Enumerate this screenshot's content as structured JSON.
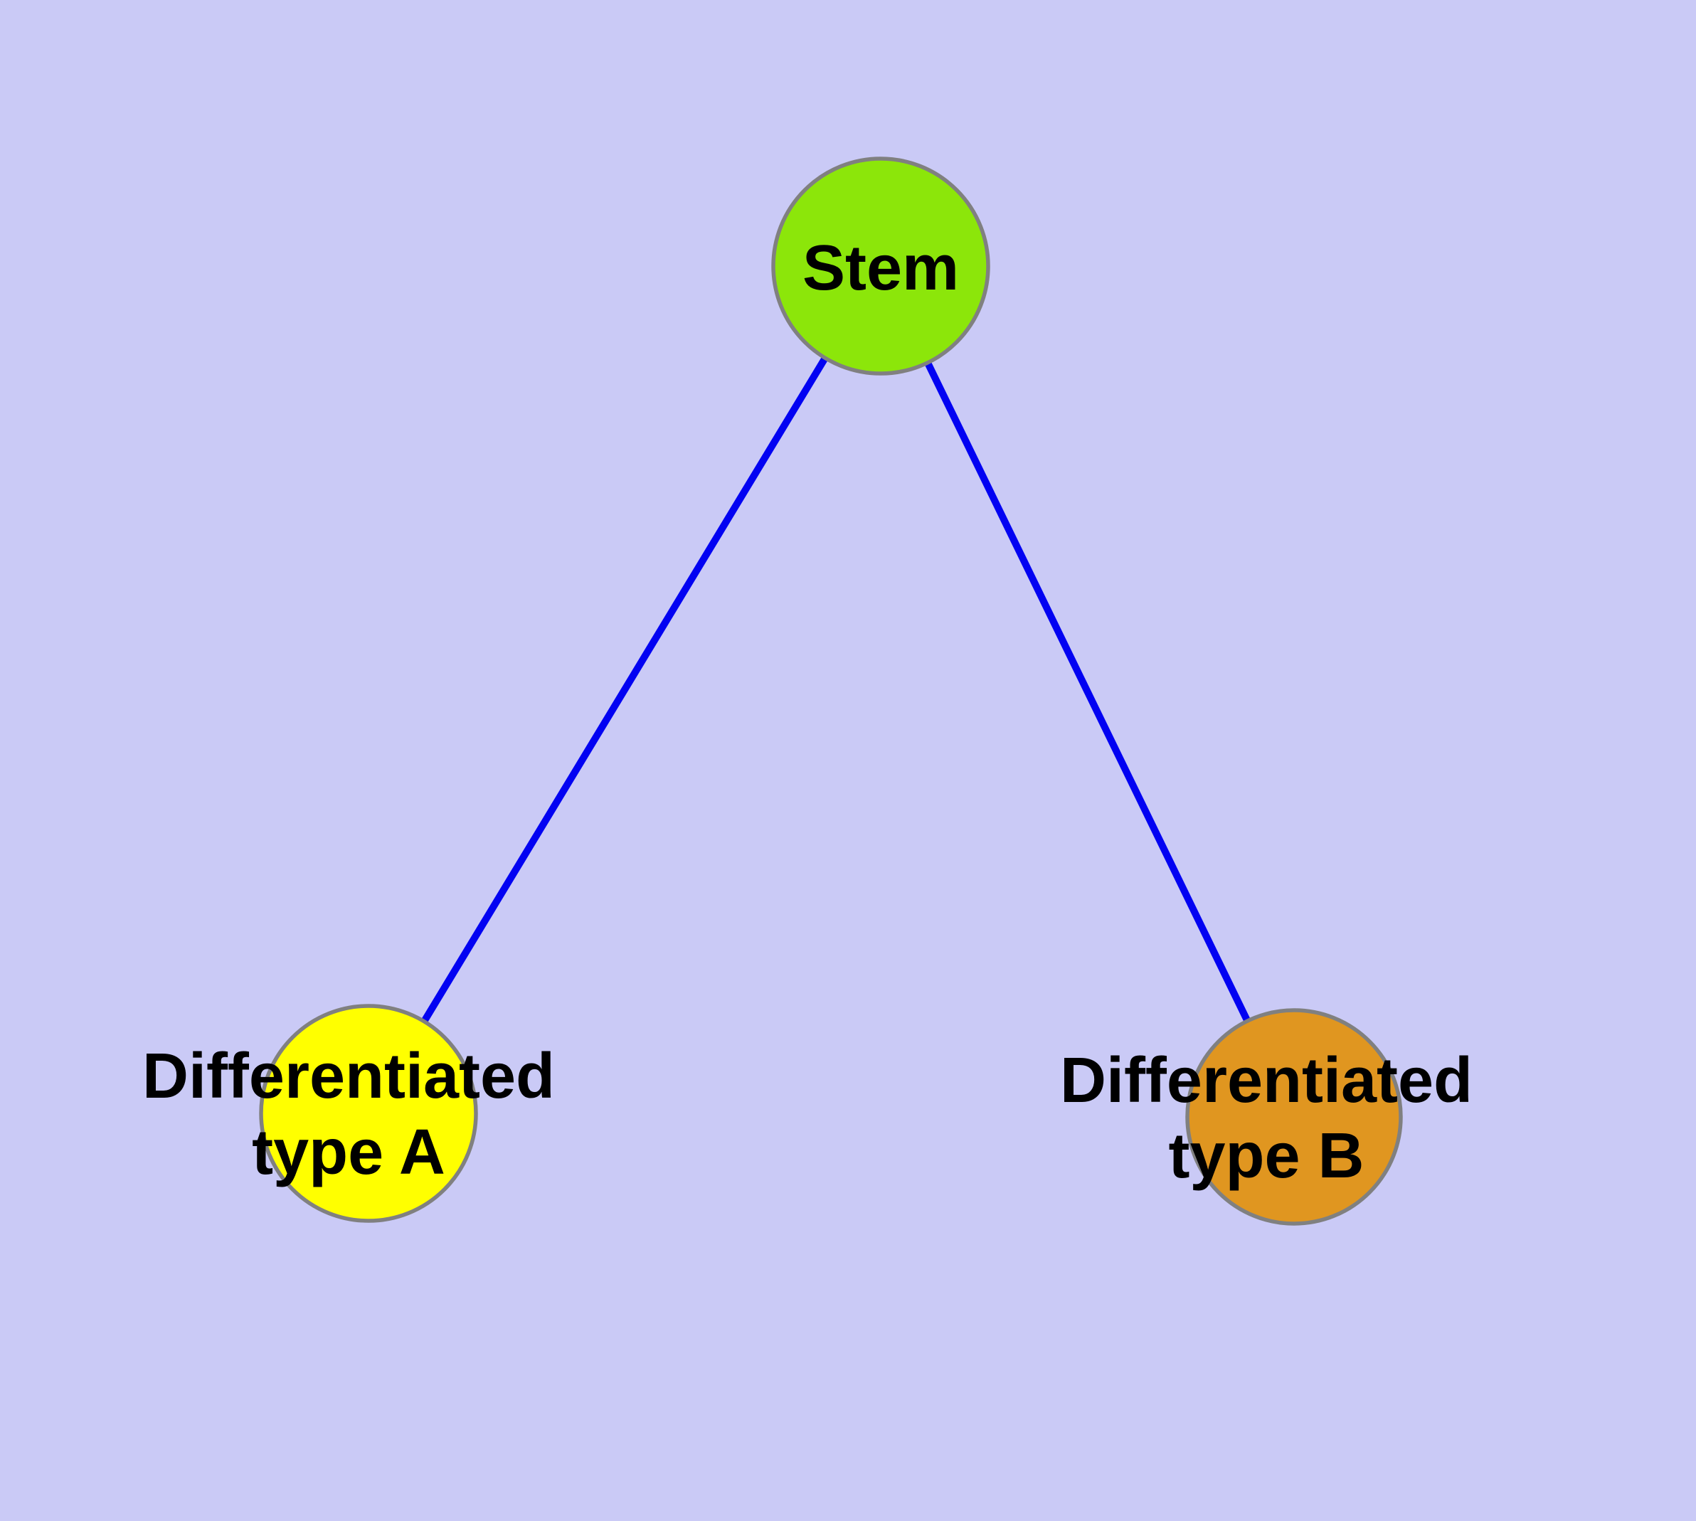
{
  "diagram": {
    "background_color": "#CACAF6",
    "node_border_color": "#808080",
    "edge_color": "#0202F2",
    "label_color": "#000000",
    "nodes": {
      "stem": {
        "label": "Stem",
        "fill": "#8CE60A"
      },
      "type_a": {
        "label_line1": "Differentiated",
        "label_line2": "type A",
        "fill": "#FFFF00"
      },
      "type_b": {
        "label_line1": "Differentiated",
        "label_line2": "type B",
        "fill": "#E09620"
      }
    },
    "edges": [
      {
        "from": "stem",
        "to": "type_a"
      },
      {
        "from": "stem",
        "to": "type_b"
      }
    ]
  }
}
